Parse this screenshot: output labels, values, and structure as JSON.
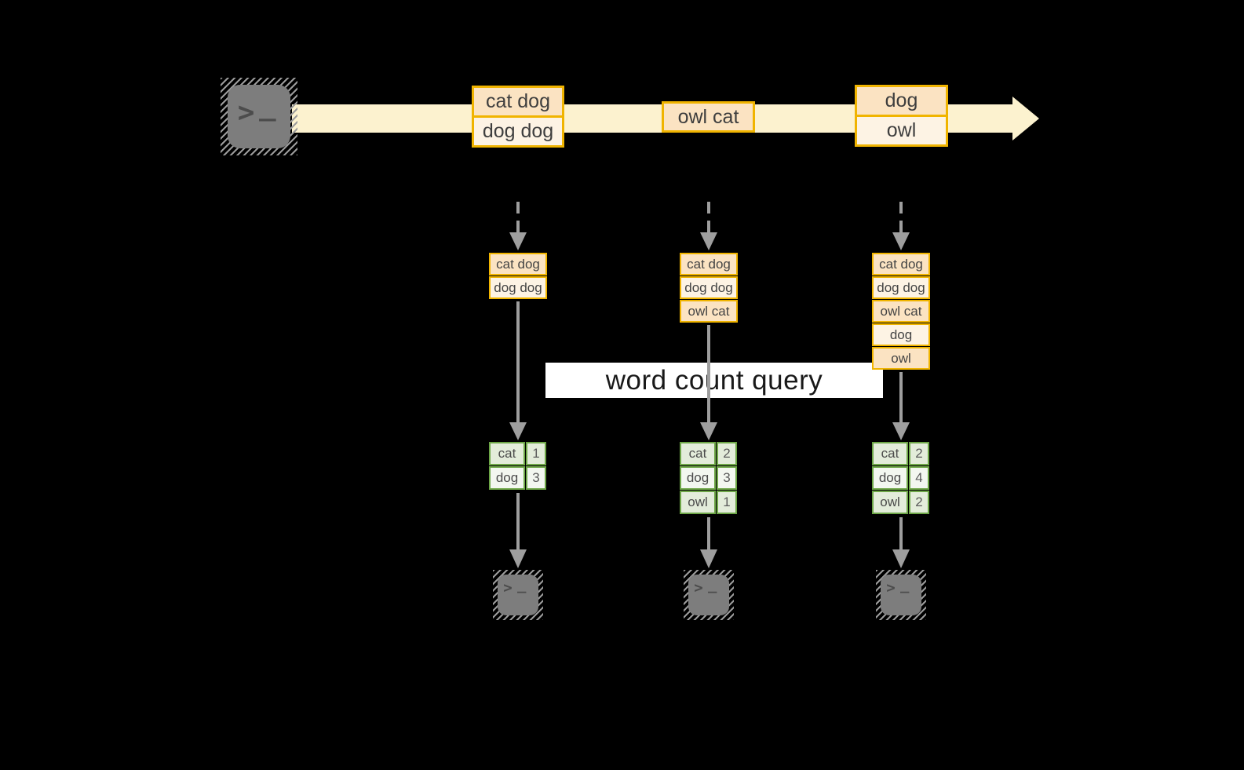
{
  "query": {
    "label": "word count query"
  },
  "icons": {
    "prompt_chevron": ">",
    "prompt_cursor": "_"
  },
  "colors": {
    "background": "#000000",
    "stream_band": "#fcf2cf",
    "batch_border": "#f0b400",
    "batch_fill_dark": "#fbe3c2",
    "batch_fill_light": "#fdf3e4",
    "count_border": "#6da647",
    "count_fill_dark": "#e3ecda",
    "count_fill_light": "#f3f7f0",
    "arrow_gray": "#9e9e9e",
    "terminal_gray": "#7d7d7d"
  },
  "stream": {
    "batches": [
      {
        "rows": [
          "cat dog",
          "dog dog"
        ]
      },
      {
        "rows": [
          "owl cat"
        ]
      },
      {
        "rows": [
          "dog",
          "owl"
        ]
      }
    ]
  },
  "columns": [
    {
      "state_rows": [
        "cat dog",
        "dog dog"
      ],
      "counts": [
        [
          "cat",
          "1"
        ],
        [
          "dog",
          "3"
        ]
      ]
    },
    {
      "state_rows": [
        "cat dog",
        "dog dog",
        "owl cat"
      ],
      "counts": [
        [
          "cat",
          "2"
        ],
        [
          "dog",
          "3"
        ],
        [
          "owl",
          "1"
        ]
      ]
    },
    {
      "state_rows": [
        "cat dog",
        "dog dog",
        "owl cat",
        "dog",
        "owl"
      ],
      "counts": [
        [
          "cat",
          "2"
        ],
        [
          "dog",
          "4"
        ],
        [
          "owl",
          "2"
        ]
      ]
    }
  ]
}
